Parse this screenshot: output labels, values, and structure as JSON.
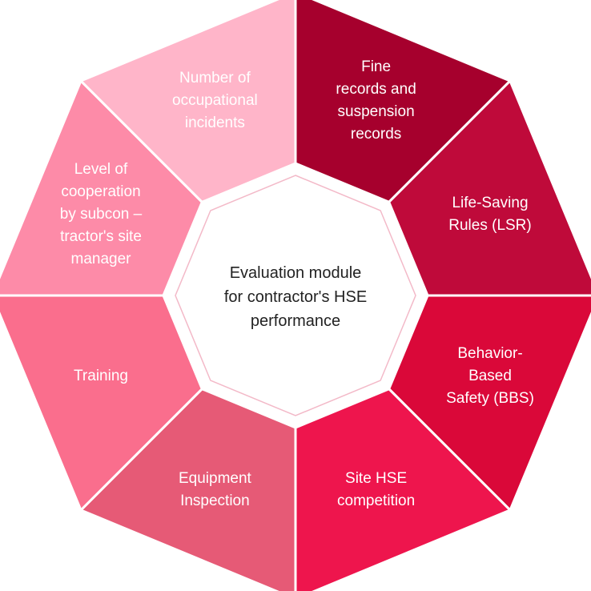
{
  "center": {
    "text": "Evaluation module\nfor contractor's HSE\nperformance"
  },
  "segments": [
    {
      "id": "fine-records",
      "text": "Fine\nrecords and\nsuspension\nrecords",
      "color": "#A6002D"
    },
    {
      "id": "life-saving-rules",
      "text": "Life-Saving\nRules (LSR)",
      "color": "#BF0A3A"
    },
    {
      "id": "behavior-based-safety",
      "text": "Behavior-Based\nSafety (BBS)",
      "color": "#DA0839"
    },
    {
      "id": "site-hse-competition",
      "text": "Site HSE\ncompetition",
      "color": "#EE154D"
    },
    {
      "id": "equipment-inspection",
      "text": "Equipment\nInspection",
      "color": "#E65A76"
    },
    {
      "id": "training",
      "text": "Training",
      "color": "#FA6E8D"
    },
    {
      "id": "level-of-cooperation",
      "text": "Level of\ncooperation\nby subcon  –\ntractor's site\nmanager",
      "color": "#FD8BA8"
    },
    {
      "id": "occupational-incidents",
      "text": "Number of\noccupational\nincidents",
      "color": "#FFB5C9"
    }
  ]
}
